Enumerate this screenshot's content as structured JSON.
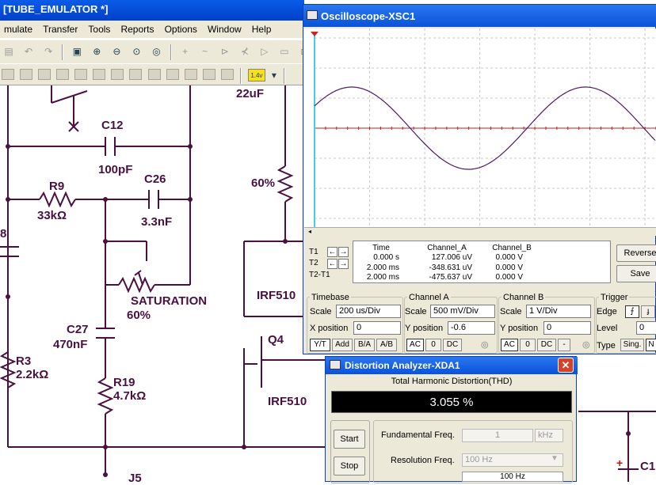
{
  "main_window": {
    "title": "[TUBE_EMULATOR *]",
    "menu": [
      "mulate",
      "Transfer",
      "Tools",
      "Reports",
      "Options",
      "Window",
      "Help"
    ],
    "toolbar": {
      "analysis_badge": "1.4v"
    }
  },
  "schematic": {
    "labels": {
      "c12": "C12",
      "c12_val": "100pF",
      "r9": "R9",
      "r9_val": "33kΩ",
      "c26": "C26",
      "c26_val": "3.3nF",
      "saturation": "SATURATION",
      "saturation_pct": "60%",
      "c27": "C27",
      "c27_val": "470nF",
      "r3": "R3",
      "r3_val": "2.2kΩ",
      "r19": "R19",
      "r19_val": "4.7kΩ",
      "cap_top": "22uF",
      "pot_pct": "60%",
      "irf_top": "IRF510",
      "q4": "Q4",
      "irf_bottom": "IRF510",
      "j5": "J5",
      "cut_b": "8",
      "cut_c": "C1"
    }
  },
  "oscilloscope": {
    "title": "Oscilloscope-XSC1",
    "readout": {
      "headers": [
        "Time",
        "Channel_A",
        "Channel_B"
      ],
      "rows": [
        {
          "label": "T1",
          "time": "0.000 s",
          "a": "127.006 uV",
          "b": "0.000 V"
        },
        {
          "label": "T2",
          "time": "2.000 ms",
          "a": "-348.631 uV",
          "b": "0.000 V"
        },
        {
          "label": "T2-T1",
          "time": "2.000 ms",
          "a": "-475.637 uV",
          "b": "0.000 V"
        }
      ]
    },
    "buttons": {
      "reverse": "Reverse",
      "save": "Save"
    },
    "timebase": {
      "title": "Timebase",
      "scale_label": "Scale",
      "scale": "200 us/Div",
      "xpos_label": "X position",
      "xpos": "0",
      "modes": [
        "Y/T",
        "Add",
        "B/A",
        "A/B"
      ]
    },
    "channel_a": {
      "title": "Channel A",
      "scale_label": "Scale",
      "scale": "500 mV/Div",
      "ypos_label": "Y position",
      "ypos": "-0.6",
      "coupling": [
        "AC",
        "0",
        "DC"
      ]
    },
    "channel_b": {
      "title": "Channel B",
      "scale_label": "Scale",
      "scale": "1  V/Div",
      "ypos_label": "Y position",
      "ypos": "0",
      "coupling": [
        "AC",
        "0",
        "DC",
        "-"
      ]
    },
    "trigger": {
      "title": "Trigger",
      "edge_label": "Edge",
      "level_label": "Level",
      "level": "0",
      "type_label": "Type",
      "type_sing": "Sing.",
      "type_n": "N"
    },
    "trace_color": "#4b1a6b",
    "baseline_color": "#c02020",
    "cursor_color": "#40d0e0"
  },
  "distortion": {
    "title": "Distortion Analyzer-XDA1",
    "close": "✕",
    "heading": "Total Harmonic Distortion(THD)",
    "value": "3.055 %",
    "start": "Start",
    "stop": "Stop",
    "fund_label": "Fundamental Freq.",
    "fund_value": "1",
    "fund_unit": "kHz",
    "res_label": "Resolution Freq.",
    "res_value": "100 Hz",
    "res_below": "100 Hz"
  }
}
